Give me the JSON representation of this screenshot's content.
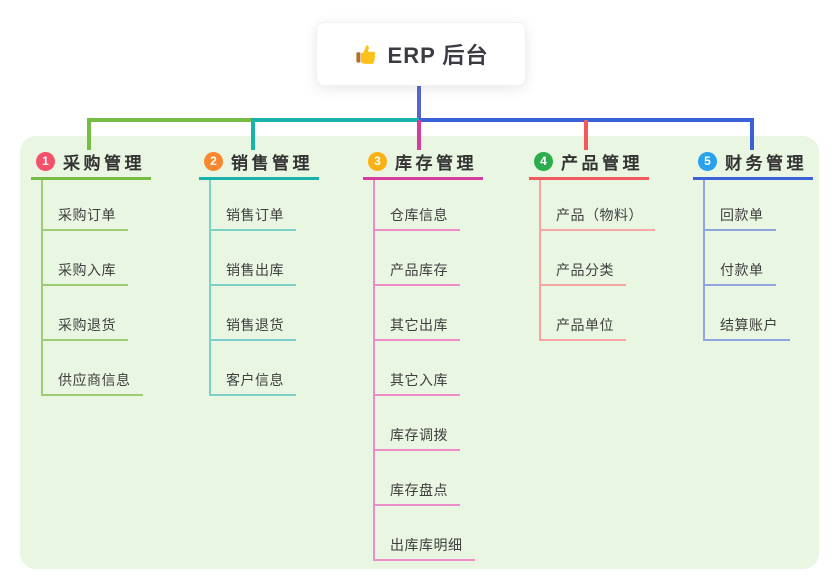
{
  "root": {
    "title": "ERP 后台",
    "icon": "thumbs-up-icon"
  },
  "colors": {
    "panel_background": "#e8f6e2",
    "root_line": "#5766ce",
    "title_text": "#333333",
    "child_text": "#3f3f3f"
  },
  "branches": [
    {
      "badge": "1",
      "title": "采购管理",
      "color": "#77bc43",
      "light_color": "#9ecd78",
      "badge_color": "#f4506c",
      "children": [
        "采购订单",
        "采购入库",
        "采购退货",
        "供应商信息"
      ]
    },
    {
      "badge": "2",
      "title": "销售管理",
      "color": "#1ab3ac",
      "light_color": "#7dcfc9",
      "badge_color": "#f8872e",
      "children": [
        "销售订单",
        "销售出库",
        "销售退货",
        "客户信息"
      ]
    },
    {
      "badge": "3",
      "title": "库存管理",
      "color": "#d63c9e",
      "light_color": "#ee8ec9",
      "badge_color": "#fbb116",
      "children": [
        "仓库信息",
        "产品库存",
        "其它出库",
        "其它入库",
        "库存调拨",
        "库存盘点",
        "出库库明细"
      ]
    },
    {
      "badge": "4",
      "title": "产品管理",
      "color": "#f15b5e",
      "light_color": "#f7a6a4",
      "badge_color": "#2bad4e",
      "children": [
        "产品（物料）",
        "产品分类",
        "产品单位"
      ]
    },
    {
      "badge": "5",
      "title": "财务管理",
      "color": "#3c61d6",
      "light_color": "#90a5df",
      "badge_color": "#29a1ec",
      "children": [
        "回款单",
        "付款单",
        "结算账户"
      ]
    }
  ]
}
